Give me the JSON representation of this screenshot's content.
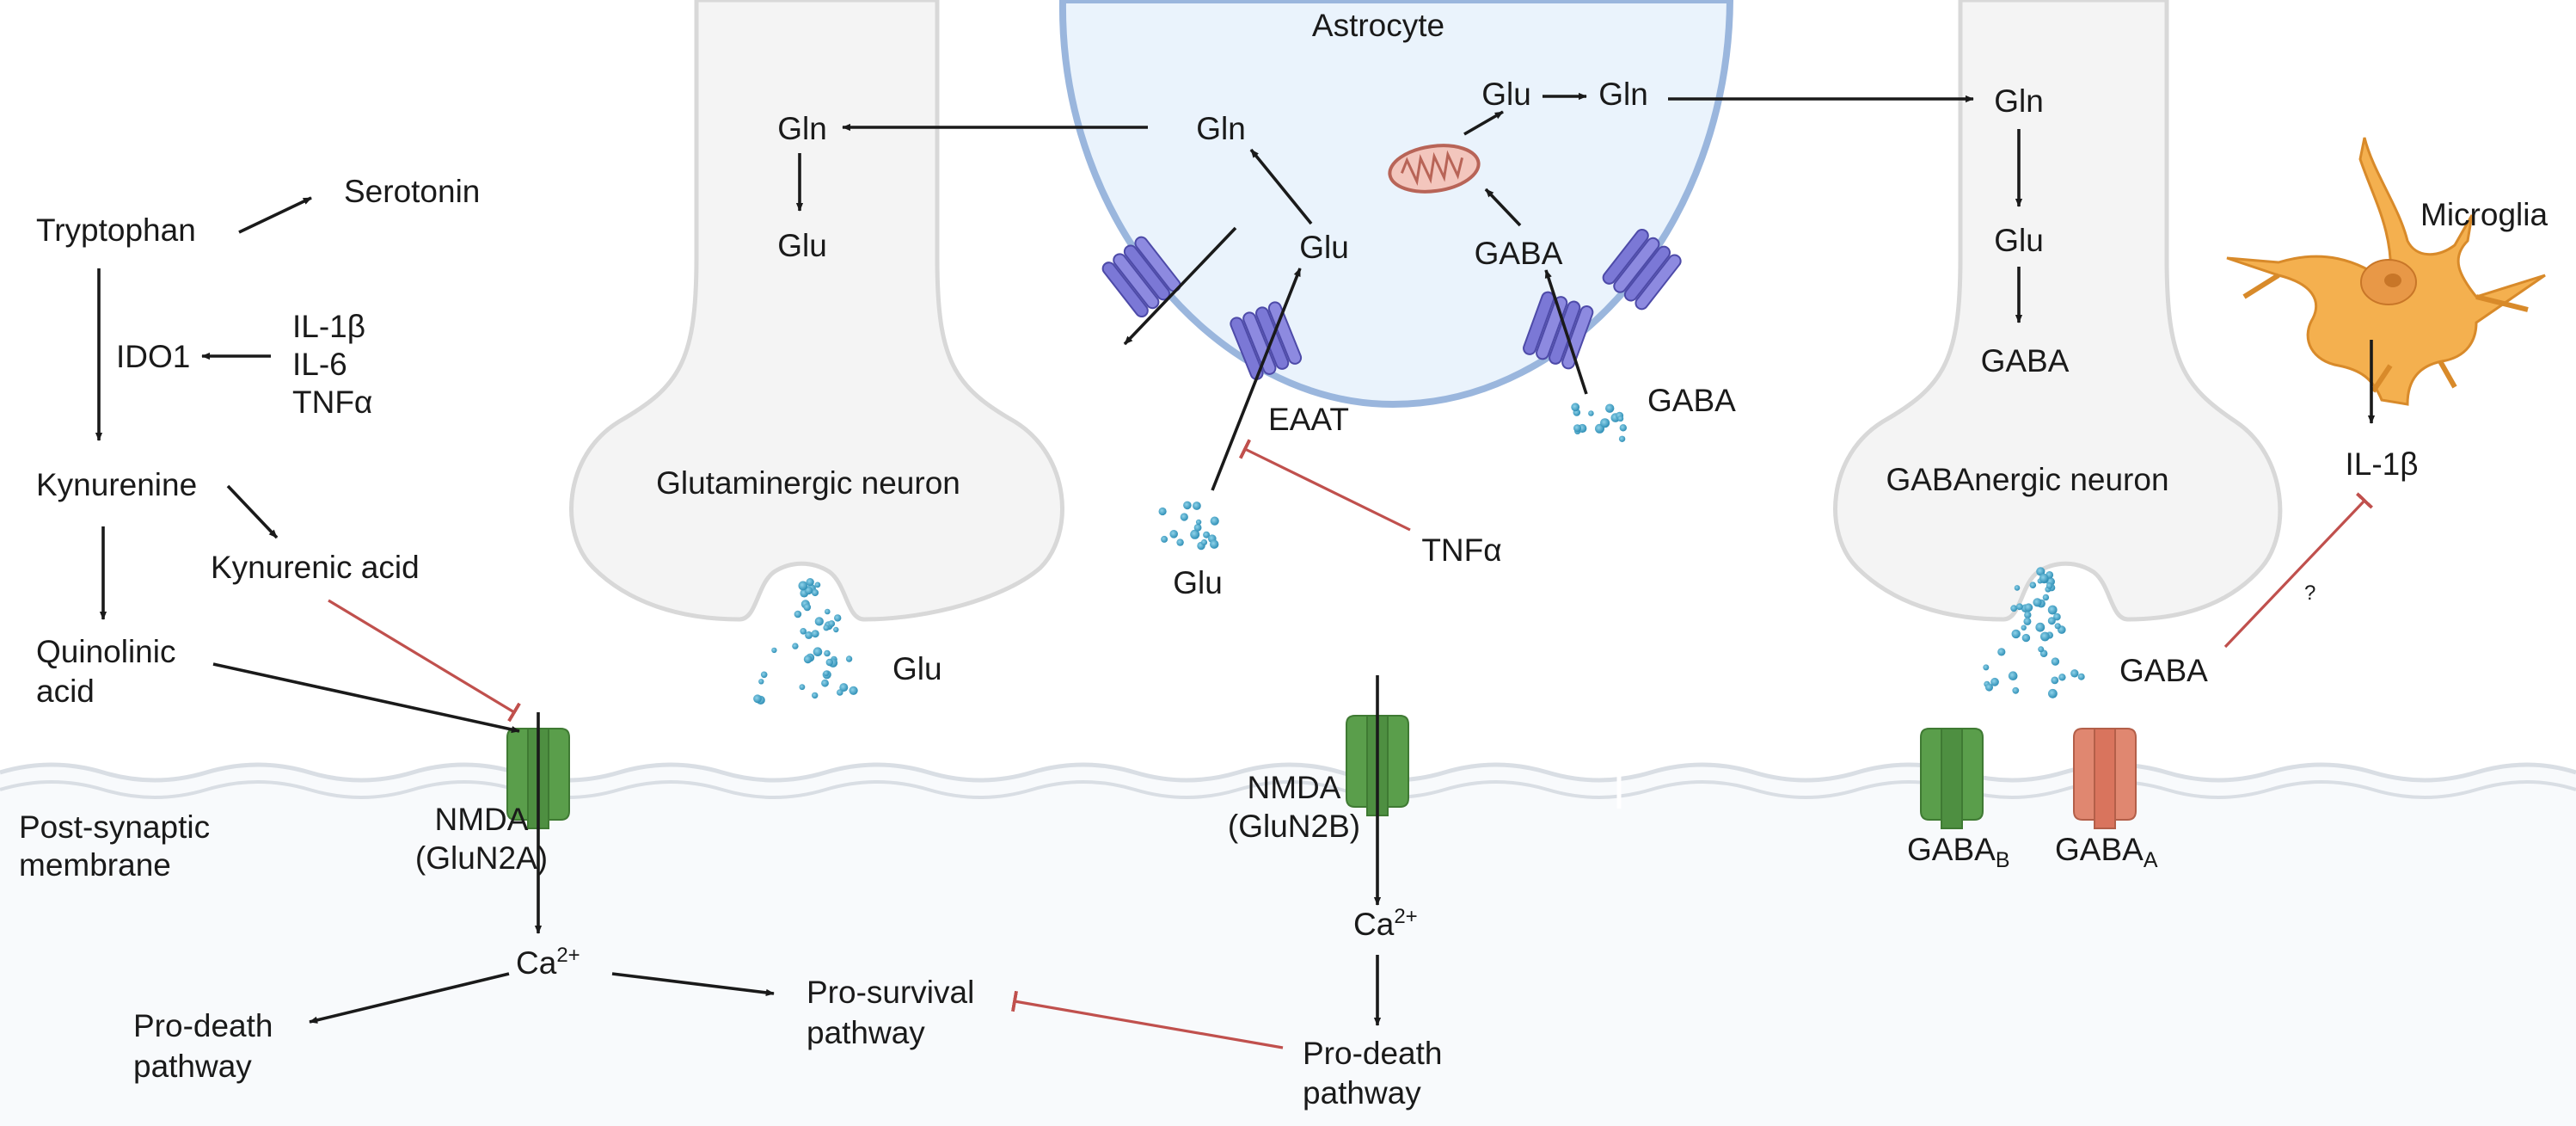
{
  "labels": {
    "astrocyte": "Astrocyte",
    "tryptophan": "Tryptophan",
    "serotonin": "Serotonin",
    "ido1": "IDO1",
    "il1b_left": "IL-1β",
    "il6": "IL-6",
    "tnfa_left": "TNFα",
    "kynurenine": "Kynurenine",
    "kynurenic_acid": "Kynurenic acid",
    "quinolinic_1": "Quinolinic",
    "quinolinic_2": "acid",
    "postsyn_1": "Post-synaptic",
    "postsyn_2": "membrane",
    "gln_glut_neuron": "Gln",
    "glu_glut_neuron": "Glu",
    "glutaminergic_neuron": "Glutaminergic neuron",
    "glu_cleft_left": "Glu",
    "nmda_a_1": "NMDA",
    "nmda_a_2": "(GluN2A)",
    "ca_left": "Ca",
    "ca_left_sup": "2+",
    "pro_death_left_1": "Pro-death",
    "pro_death_left_2": "pathway",
    "pro_survival_1": "Pro-survival",
    "pro_survival_2": "pathway",
    "gln_astro_left": "Gln",
    "glu_astro_left": "Glu",
    "glu_astro_mito": "Glu",
    "gln_astro_mito": "Gln",
    "gaba_astro": "GABA",
    "eaat": "EAAT",
    "glu_extracellular": "Glu",
    "tnfa_center": "TNFα",
    "gaba_extracellular": "GABA",
    "nmda_b_1": "NMDA",
    "nmda_b_2": "(GluN2B)",
    "ca_center": "Ca",
    "ca_center_sup": "2+",
    "pro_death_center_1": "Pro-death",
    "pro_death_center_2": "pathway",
    "gln_gaba_neuron": "Gln",
    "glu_gaba_neuron": "Glu",
    "gaba_gaba_neuron": "GABA",
    "gabaergic_neuron": "GABAnergic neuron",
    "gaba_cleft_right": "GABA",
    "gaba_b": "GABA",
    "gaba_b_sub": "B",
    "gaba_a": "GABA",
    "gaba_a_sub": "A",
    "microglia": "Microglia",
    "il1b_right": "IL-1β",
    "question_mark": "?"
  },
  "colors": {
    "astrocyte_fill": "#eaf3fc",
    "astrocyte_border": "#9ab6dd",
    "neuron_fill": "#f4f4f4",
    "neuron_border": "#d8d8d8",
    "membrane": "#d9dee4",
    "postsyn_fill": "#f8fafc",
    "nmda_receptor": "#5a9e4b",
    "gaba_b_receptor": "#5a9e4b",
    "gaba_a_receptor": "#d9745d",
    "eaat_transporter": "#7b78d6",
    "neurotransmitter_dots": "#3da5c8",
    "microglia": "#f4b04f",
    "mitochondrion": "#d98a7e",
    "activation_arrow": "#1a1a1a",
    "inhibition_line": "#c0504d"
  }
}
